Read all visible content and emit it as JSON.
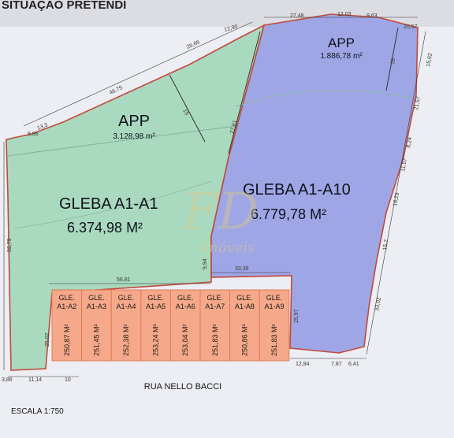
{
  "header": {
    "title": "SITUAÇÃO PRETENDI"
  },
  "areas": {
    "app_left": {
      "label": "APP",
      "area": "3.128,98 m²"
    },
    "app_right": {
      "label": "APP",
      "area": "1.886,78 m²"
    },
    "gleba_a1": {
      "label": "GLEBA A1-A1",
      "area": "6.374,98 M²"
    },
    "gleba_a10": {
      "label": "GLEBA A1-A10",
      "area": "6.779,78 M²"
    }
  },
  "lots": [
    {
      "name": "GLE. A1-A2",
      "area": "250,87 M²"
    },
    {
      "name": "GLE. A1-A3",
      "area": "251,45 M²"
    },
    {
      "name": "GLE. A1-A4",
      "area": "252,38 M²"
    },
    {
      "name": "GLE. A1-A5",
      "area": "253,24 M²"
    },
    {
      "name": "GLE. A1-A6",
      "area": "253,04 M²"
    },
    {
      "name": "GLE. A1-A7",
      "area": "251,83 M²"
    },
    {
      "name": "GLE. A1-A8",
      "area": "250,86 M²"
    },
    {
      "name": "GLE. A1-A9",
      "area": "251,83 M²"
    }
  ],
  "street": "RUA NELLO BACCI",
  "scale": "ESCALA 1:750",
  "watermark": {
    "monogram": "FD",
    "text": "Imóveis"
  },
  "dimensions": {
    "top_left": "9,86",
    "d1": "13,3",
    "d2": "46,75",
    "d3": "15",
    "d4": "26,66",
    "d5": "12,90",
    "d6": "27,48",
    "d7": "12,03",
    "d8": "9,63",
    "d9": "20,57",
    "d10": "15,62",
    "d11": "21,57",
    "d12": "8,24",
    "d13": "11,57",
    "d14": "15,23",
    "d15": "15,7",
    "d16": "33,02",
    "d17": "28",
    "d18": "27,61",
    "left_side": "92,79",
    "lots_top": "56,81",
    "lots_top_right": "33,39",
    "lots_left": "25,02",
    "lots_right": "25,97",
    "small_v": "9,94",
    "bottom_1": "12,84",
    "bottom_2": "7,87",
    "bottom_3": "6,41",
    "bottom_left_1": "11,14",
    "bottom_left_2": "10",
    "bottom_corner": "3,86"
  },
  "colors": {
    "green": "#a9d9bf",
    "blue": "#9ea6e6",
    "lots": "#f5a98a",
    "border": "#c24a3a",
    "lot_line": "#e07a5a"
  }
}
